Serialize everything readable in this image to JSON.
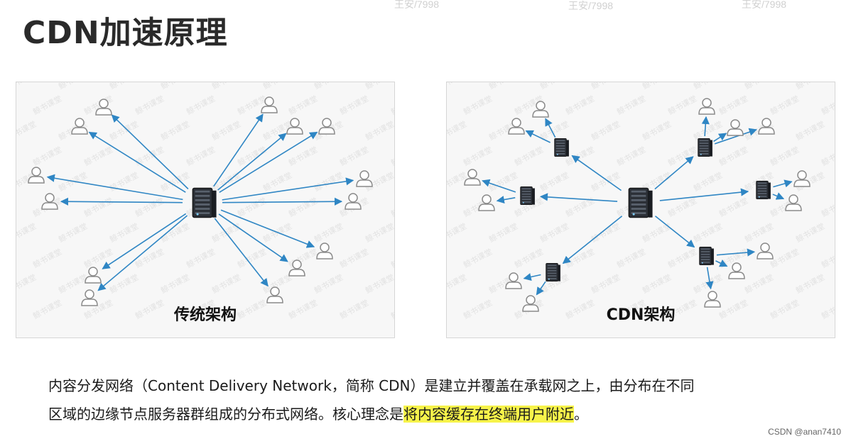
{
  "slide": {
    "title": "CDN加速原理",
    "watermark_corner": "王安/7998",
    "footer": "CSDN @anan7410"
  },
  "diagrams": {
    "traditional": {
      "caption": "传统架构"
    },
    "cdn": {
      "caption": "CDN架构"
    },
    "watermark_text": "鲸书课堂",
    "arrow_color": "#2f86c4"
  },
  "description": {
    "line1": "内容分发网络（Content Delivery Network，简称 CDN）是建立并覆盖在承载网之上，由分布在不同",
    "line2_normal": "区域的边缘节点服务器群组成的分布式网络。核心理念是",
    "line2_highlight": "将内容缓存在终端用户附近",
    "line2_end": "。"
  }
}
